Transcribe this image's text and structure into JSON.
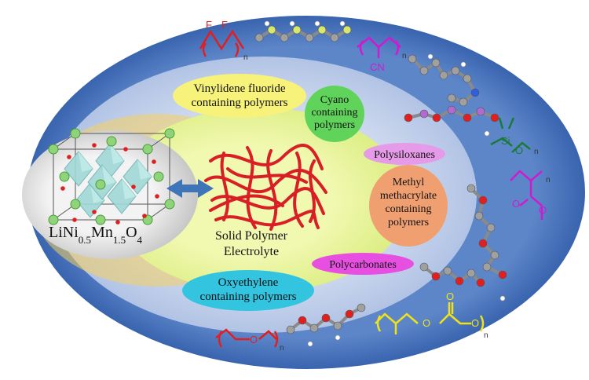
{
  "diagram": {
    "cathode": {
      "formula_base": "LiNi",
      "sub1": "0.5",
      "mid": "Mn",
      "sub2": "1.5",
      "end": "O",
      "sub3": "4"
    },
    "center_label_line1": "Solid Polymer",
    "center_label_line2": "Electrolyte",
    "polymer_classes": [
      {
        "line1": "Vinylidene fluoride",
        "line2": "containing polymers",
        "color": "#f7f27a"
      },
      {
        "line1": "Cyano",
        "line2": "containing",
        "line3": "polymers",
        "color": "#5fd35a"
      },
      {
        "line1": "Polysiloxanes",
        "color": "#e59be8"
      },
      {
        "line1": "Methyl",
        "line2": "methacrylate",
        "line3": "containing",
        "line4": "polymers",
        "color": "#f0a070"
      },
      {
        "line1": "Polycarbonates",
        "color": "#e64fe0"
      },
      {
        "line1": "Oxyethylene",
        "line2": "containing polymers",
        "color": "#33c4e0"
      }
    ],
    "chem_labels": {
      "f1": "F",
      "f2": "F",
      "cn": "CN",
      "si": "Si",
      "o_si": "O",
      "o_pc": "O",
      "o_pc2": "O",
      "o_pc3": "O",
      "o_peo": "O",
      "o_pmma1": "O",
      "o_pmma2": "O",
      "n": "n"
    },
    "colors": {
      "outer_blue": "#2c5fb0",
      "mid_blue": "#b9c9e6",
      "inner_green": "#e6f59a",
      "cathode_grey": "#d8d8d8",
      "arrow": "#3e74b8",
      "polymer_red": "#d81f26"
    }
  }
}
